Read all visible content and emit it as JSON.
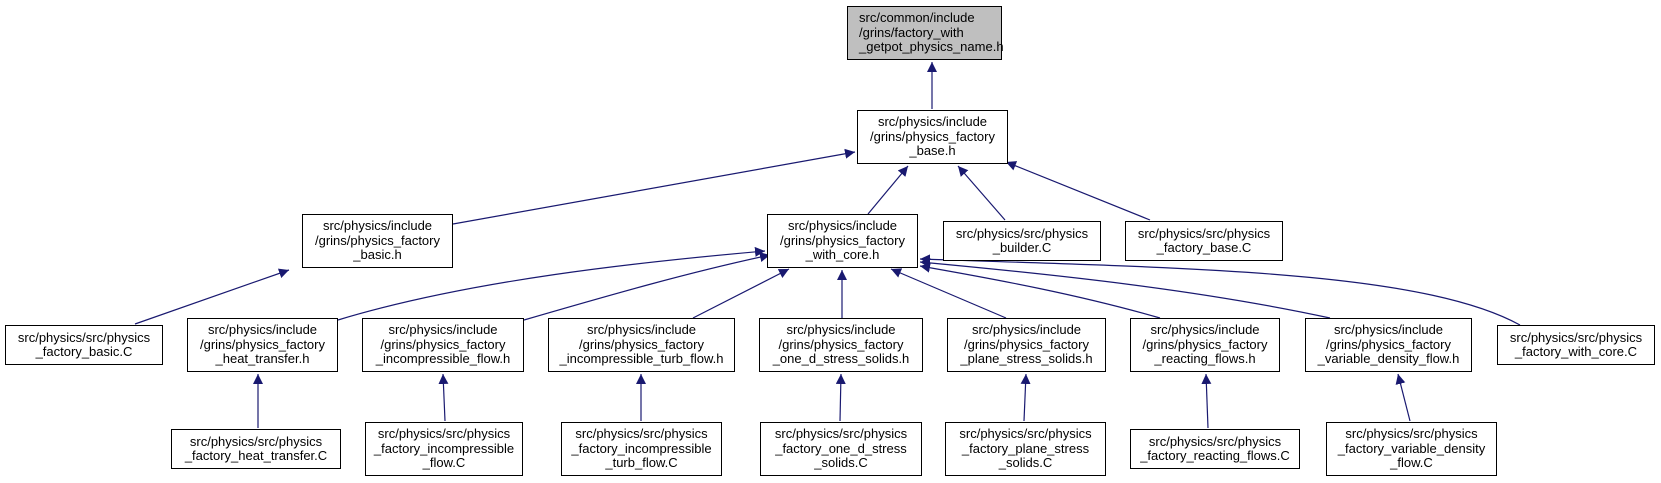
{
  "colors": {
    "edge": "#191970",
    "node_border": "#000000",
    "root_fill": "#bfbfbf",
    "node_fill": "#ffffff"
  },
  "nodes": {
    "root": "src/common/include\n/grins/factory_with\n_getpot_physics_name.h",
    "factory_base_h": "src/physics/include\n/grins/physics_factory\n_base.h",
    "factory_basic_h": "src/physics/include\n/grins/physics_factory\n_basic.h",
    "factory_with_core_h": "src/physics/include\n/grins/physics_factory\n_with_core.h",
    "builder_c": "src/physics/src/physics\n_builder.C",
    "factory_base_c": "src/physics/src/physics\n_factory_base.C",
    "factory_basic_c": "src/physics/src/physics\n_factory_basic.C",
    "heat_transfer_h": "src/physics/include\n/grins/physics_factory\n_heat_transfer.h",
    "incompressible_flow_h": "src/physics/include\n/grins/physics_factory\n_incompressible_flow.h",
    "incompressible_turb_flow_h": "src/physics/include\n/grins/physics_factory\n_incompressible_turb_flow.h",
    "one_d_stress_solids_h": "src/physics/include\n/grins/physics_factory\n_one_d_stress_solids.h",
    "plane_stress_solids_h": "src/physics/include\n/grins/physics_factory\n_plane_stress_solids.h",
    "reacting_flows_h": "src/physics/include\n/grins/physics_factory\n_reacting_flows.h",
    "variable_density_flow_h": "src/physics/include\n/grins/physics_factory\n_variable_density_flow.h",
    "factory_with_core_c": "src/physics/src/physics\n_factory_with_core.C",
    "heat_transfer_c": "src/physics/src/physics\n_factory_heat_transfer.C",
    "incompressible_flow_c": "src/physics/src/physics\n_factory_incompressible\n_flow.C",
    "incompressible_turb_flow_c": "src/physics/src/physics\n_factory_incompressible\n_turb_flow.C",
    "one_d_stress_solids_c": "src/physics/src/physics\n_factory_one_d_stress\n_solids.C",
    "plane_stress_solids_c": "src/physics/src/physics\n_factory_plane_stress\n_solids.C",
    "reacting_flows_c": "src/physics/src/physics\n_factory_reacting_flows.C",
    "variable_density_flow_c": "src/physics/src/physics\n_factory_variable_density\n_flow.C"
  }
}
